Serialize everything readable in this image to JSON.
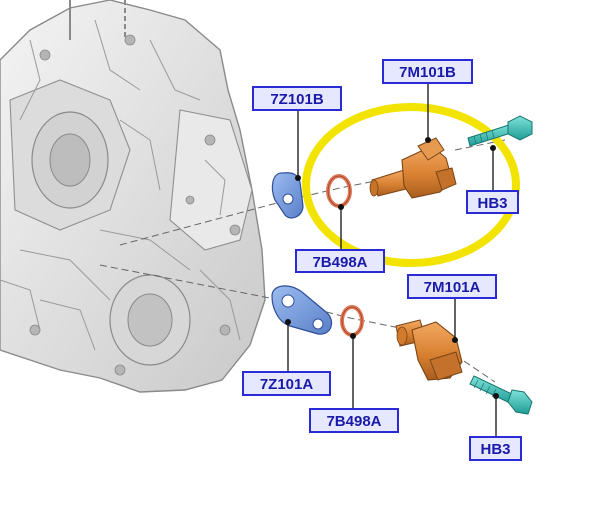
{
  "callouts": {
    "upper_sensor": "7M101B",
    "lower_sensor": "7M101A",
    "upper_plate": "7Z101B",
    "lower_plate": "7Z101A",
    "upper_gasket": "7B498A",
    "lower_gasket": "7B498A",
    "upper_bolt": "HB3",
    "lower_bolt": "HB3"
  },
  "colors": {
    "label_border": "#2a2ad6",
    "label_fill": "#e6e8ff",
    "label_text": "#1a1aa8",
    "highlight": "#f2e400",
    "sensor": "#e08a3c",
    "gasket": "#e07858",
    "plate": "#6f95d8",
    "bolt": "#33b8b0"
  },
  "icons": {
    "highlight": "highlight-ring-icon",
    "sensor": "speed-sensor-icon",
    "gasket": "o-ring-icon",
    "plate": "bracket-plate-icon",
    "bolt": "hex-bolt-icon"
  }
}
